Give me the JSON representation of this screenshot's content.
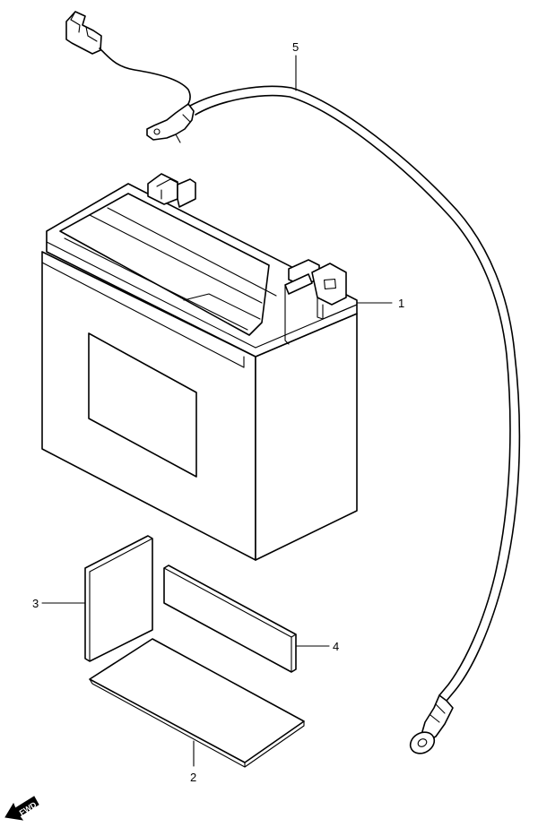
{
  "parts": [
    {
      "ref": "1",
      "icon": "battery-icon"
    },
    {
      "ref": "2",
      "icon": "battery-bottom-pad-icon"
    },
    {
      "ref": "3",
      "icon": "battery-side-spacer-icon"
    },
    {
      "ref": "4",
      "icon": "battery-spacer-icon"
    },
    {
      "ref": "5",
      "icon": "battery-cable-icon"
    }
  ],
  "fwd_indicator": {
    "label": "FWD",
    "icon": "fwd-arrow-icon"
  }
}
